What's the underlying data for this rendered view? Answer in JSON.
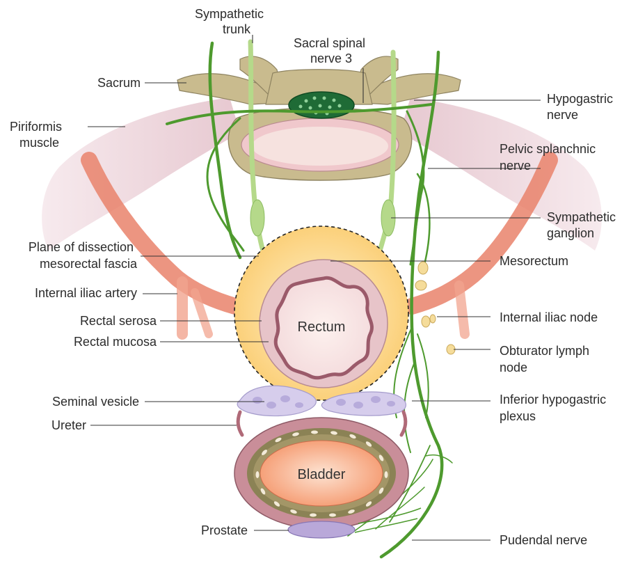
{
  "labels": {
    "sympathetic_trunk": [
      "Sympathetic",
      "trunk"
    ],
    "sacral_spinal_nerve": [
      "Sacral spinal",
      "nerve 3"
    ],
    "sacrum": "Sacrum",
    "piriformis_muscle": [
      "Piriformis",
      "muscle"
    ],
    "hypogastric_nerve": [
      "Hypogastric",
      "nerve"
    ],
    "pelvic_splanchnic_nerve": [
      "Pelvic splanchnic",
      "nerve"
    ],
    "sympathetic_ganglion": [
      "Sympathetic",
      "ganglion"
    ],
    "plane_of_dissection": [
      "Plane of dissection",
      "mesorectal fascia"
    ],
    "mesorectum": "Mesorectum",
    "internal_iliac_artery": "Internal iliac artery",
    "internal_iliac_node": "Internal iliac node",
    "rectal_serosa": "Rectal serosa",
    "rectal_mucosa": "Rectal mucosa",
    "obturator_lymph_node": [
      "Obturator lymph",
      "node"
    ],
    "seminal_vesicle": "Seminal vesicle",
    "inferior_hypogastric_plexus": [
      "Inferior hypogastric",
      "plexus"
    ],
    "ureter": "Ureter",
    "prostate": "Prostate",
    "pudendal_nerve": "Pudendal nerve"
  },
  "organs": {
    "rectum": "Rectum",
    "bladder": "Bladder"
  },
  "colors": {
    "nerve_green": "#4e9a2e",
    "light_nerve": "#b5d98a",
    "bone": "#c9bb8e",
    "muscle_pink": "#ead0d6",
    "artery": "#e9826b",
    "mesorectum": "#fbd98a",
    "rectum_wall": "#e7c4c9",
    "bladder_fill": "#f7a47e",
    "seminal": "#cfc6e6",
    "node": "#f5dc9a"
  }
}
